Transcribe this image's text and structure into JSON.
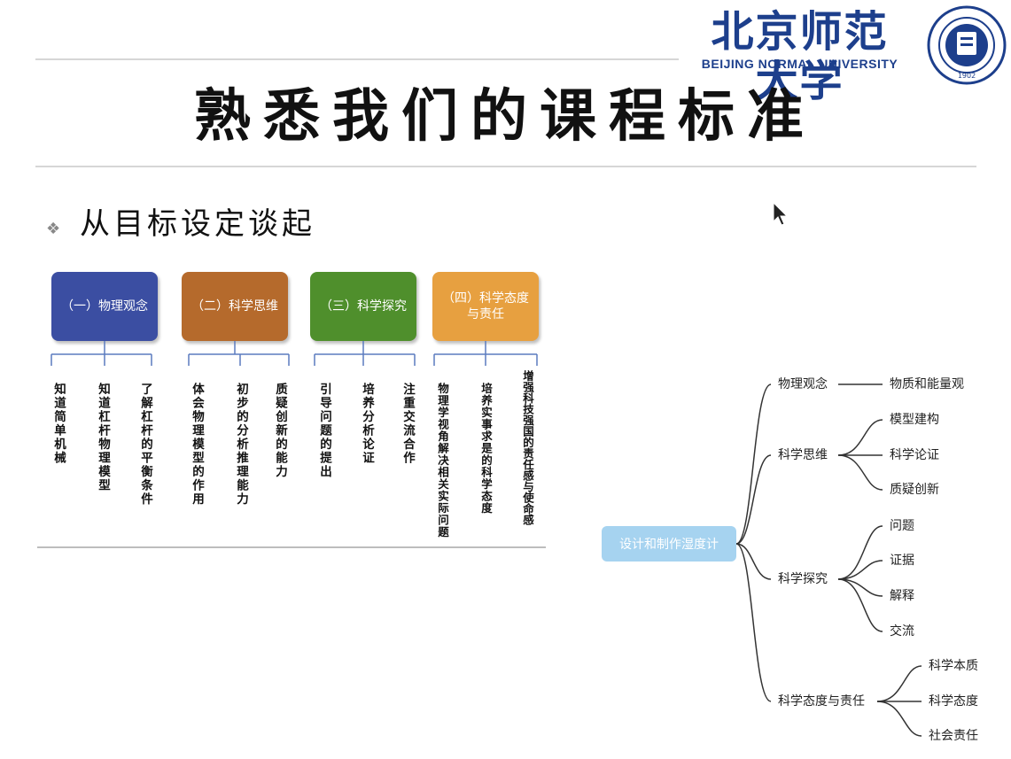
{
  "header": {
    "logo_cn": "北京师范大学",
    "logo_en": "BEIJING NORMAL UNIVERSITY",
    "seal_year": "1902"
  },
  "slide": {
    "title": "熟悉我们的课程标准",
    "subtitle": "从目标设定谈起"
  },
  "categories": [
    {
      "label": "（一）物理观念",
      "color": "#3b4ea2",
      "items": [
        "知道简单机械",
        "知道杠杆物理模型",
        "了解杠杆的平衡条件"
      ]
    },
    {
      "label": "（二）科学思维",
      "color": "#b56a2c",
      "items": [
        "体会物理模型的作用",
        "初步的分析推理能力",
        "质疑创新的能力"
      ]
    },
    {
      "label": "（三）科学探究",
      "color": "#4f8f2c",
      "items": [
        "引导问题的提出",
        "培养分析论证",
        "注重交流合作"
      ]
    },
    {
      "label": "（四）科学态度与责任",
      "color": "#e7a040",
      "items": [
        "物理学视角解决相关实际问题",
        "培养实事求是的科学态度",
        "增强科技强国的责任感与使命感"
      ]
    }
  ],
  "mindmap": {
    "root": "设计和制作湿度计",
    "branches": [
      {
        "label": "物理观念",
        "children": [
          "物质和能量观"
        ]
      },
      {
        "label": "科学思维",
        "children": [
          "模型建构",
          "科学论证",
          "质疑创新"
        ]
      },
      {
        "label": "科学探究",
        "children": [
          "问题",
          "证据",
          "解释",
          "交流"
        ]
      },
      {
        "label": "科学态度与责任",
        "children": [
          "科学本质",
          "科学态度",
          "社会责任"
        ]
      }
    ]
  },
  "colors": {
    "brand": "#1d3f8c",
    "root_fill": "#a6d3f0",
    "connector": "#5b7bbf"
  }
}
